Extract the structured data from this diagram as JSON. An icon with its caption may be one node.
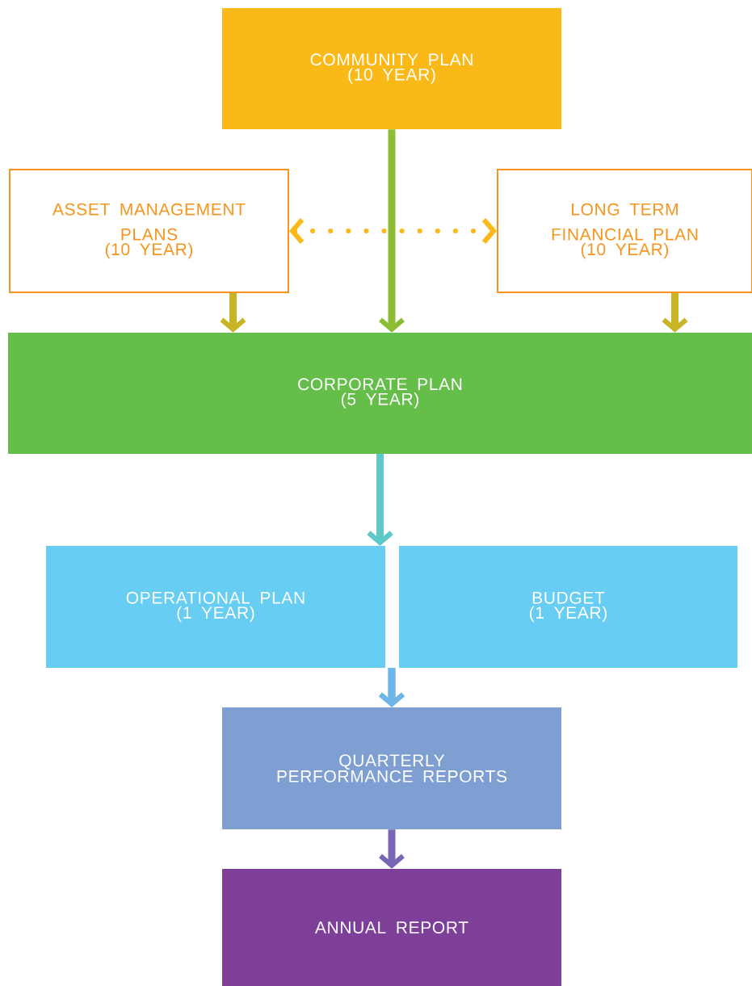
{
  "diagram": {
    "nodes": [
      {
        "text": [
          "COMMUNITY PLAN",
          "(10 YEAR)"
        ]
      },
      {
        "text": [
          "ASSET MANAGEMENT PLANS",
          "(10 YEAR)"
        ]
      },
      {
        "text": [
          "LONG TERM FINANCIAL PLAN",
          "(10 YEAR)"
        ]
      },
      {
        "text": [
          "CORPORATE PLAN",
          "(5 YEAR)"
        ]
      },
      {
        "text": [
          "OPERATIONAL PLAN",
          "(1 YEAR)"
        ]
      },
      {
        "text": [
          "BUDGET",
          "(1 YEAR)"
        ]
      },
      {
        "text": [
          "QUARTERLY PERFORMANCE REPORTS"
        ]
      },
      {
        "text": [
          "ANNUAL REPORT"
        ]
      }
    ],
    "edges": [
      {
        "from": 0,
        "to": 3,
        "arrow": "to",
        "color": "#8cbd35"
      },
      {
        "from": 1,
        "to": 3,
        "arrow": "to",
        "color": "#c8b424"
      },
      {
        "from": 2,
        "to": 3,
        "arrow": "to",
        "color": "#c8b424"
      },
      {
        "from": 1,
        "to": 2,
        "arrow": "both",
        "style": "dashed",
        "color": "#fbb917"
      },
      {
        "from": 3,
        "to": 4,
        "arrow": "to",
        "color": "#5fc8c8"
      },
      {
        "from": 3,
        "to": 5,
        "arrow": "to",
        "color": "#5fc8c8"
      },
      {
        "from": 4,
        "to": 6,
        "arrow": "to",
        "color": "#6fb5e8"
      },
      {
        "from": 5,
        "to": 6,
        "arrow": "to",
        "color": "#6fb5e8"
      },
      {
        "from": 6,
        "to": 7,
        "arrow": "to",
        "color": "#7a66b5"
      }
    ]
  }
}
